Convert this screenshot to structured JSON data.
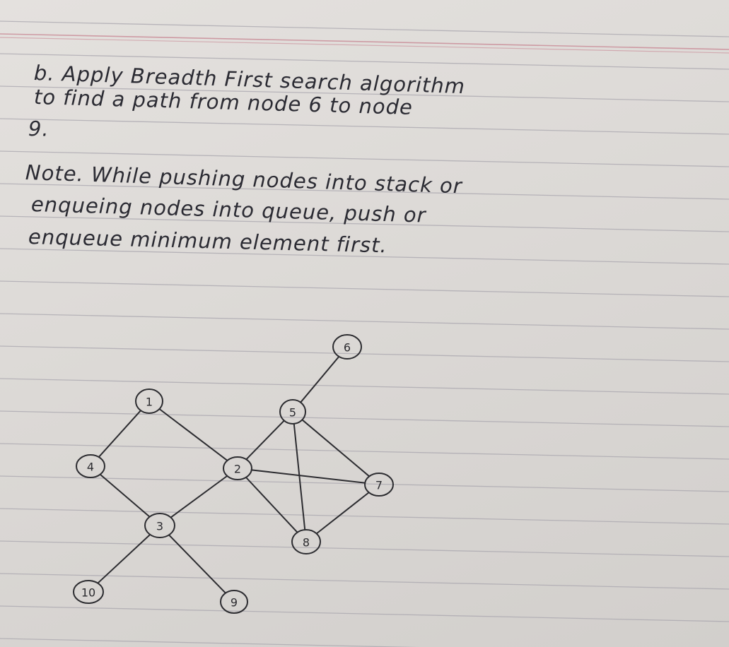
{
  "note": {
    "lines": [
      "b. Apply Breadth First search algorithm",
      "to find a path from node 6 to node",
      "9.",
      "Note. While pushing nodes into stack or",
      "enqueing nodes into queue, push or",
      "enqueue minimum element first."
    ]
  },
  "graph": {
    "nodes": [
      "1",
      "2",
      "3",
      "4",
      "5",
      "6",
      "7",
      "8",
      "9",
      "10"
    ],
    "edges": [
      [
        "6",
        "5"
      ],
      [
        "5",
        "2"
      ],
      [
        "5",
        "8"
      ],
      [
        "5",
        "7"
      ],
      [
        "1",
        "4"
      ],
      [
        "1",
        "2"
      ],
      [
        "4",
        "3"
      ],
      [
        "2",
        "3"
      ],
      [
        "2",
        "7"
      ],
      [
        "2",
        "8"
      ],
      [
        "8",
        "7"
      ],
      [
        "3",
        "10"
      ],
      [
        "3",
        "9"
      ]
    ]
  }
}
